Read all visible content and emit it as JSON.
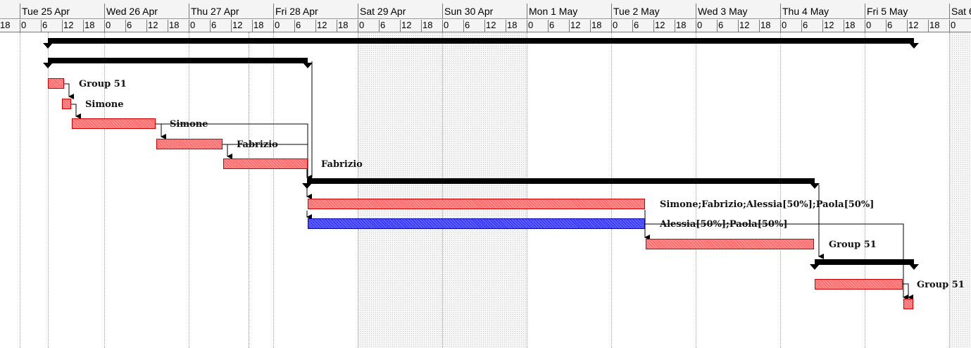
{
  "timescale": {
    "days": [
      "Tue 25 Apr",
      "Wed 26 Apr",
      "Thu 27 Apr",
      "Fri 28 Apr",
      "Sat 29 Apr",
      "Sun 30 Apr",
      "Mon 1 May",
      "Tue 2 May",
      "Wed 3 May",
      "Thu 4 May",
      "Fri 5 May",
      "Sat 6"
    ],
    "hours": [
      "0",
      "6",
      "12",
      "18"
    ],
    "lead_hour": "18"
  },
  "resources": {
    "group51": "Group 51",
    "simone": "Simone",
    "fabrizio": "Fabrizio",
    "team_full": "Simone;Fabrizio;Alessia[50%];Paola[50%]",
    "team_half": "Alessia[50%];Paola[50%]"
  },
  "colors": {
    "task": "#ff6b6b",
    "task_alt": "#3a3aff",
    "summary": "#000000",
    "current_date_line": "#1ec81e"
  }
}
